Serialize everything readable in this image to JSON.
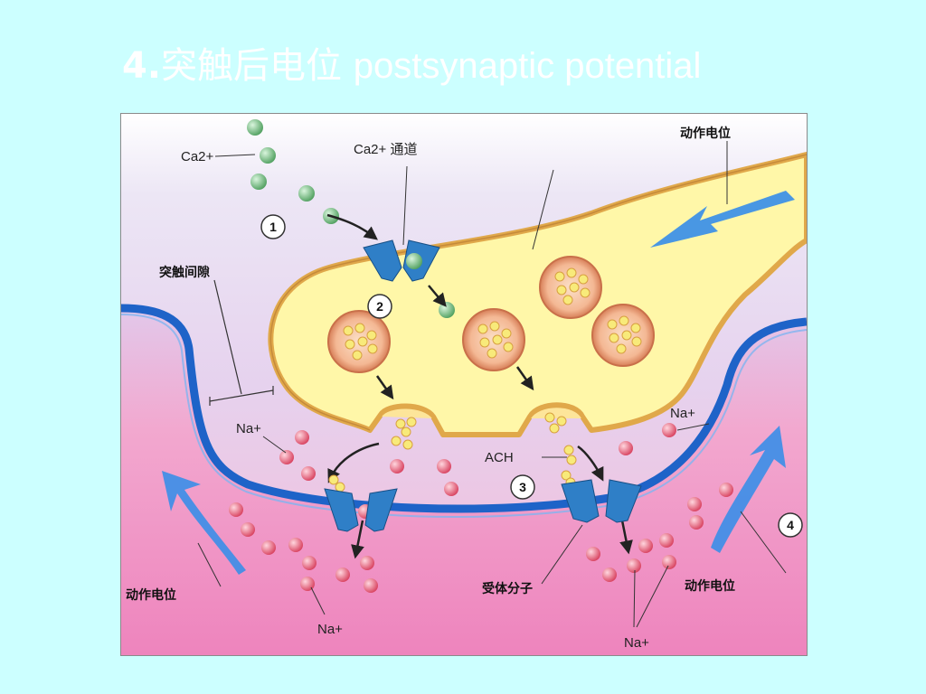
{
  "title": {
    "number": "4.",
    "zh": "突触后电位",
    "en": "postsynaptic potential"
  },
  "labels": {
    "ca_ion": "Ca2+",
    "ca_channel": "Ca2+ 通道",
    "action_potential": "动作电位",
    "synaptic_cleft": "突触间隙",
    "na_ion": "Na+",
    "ach": "ACH",
    "receptor_molecule": "受体分子"
  },
  "steps": [
    "1",
    "2",
    "3",
    "4"
  ],
  "colors": {
    "slide_background": "#ccffff",
    "axon_terminal": "#fff7a8",
    "membrane_blue": "#1e63c8",
    "postsynaptic_pink": "#f08fc0",
    "arrow_blue": "#3a8ee8",
    "ca_ion": "#6fbf7a",
    "na_ion": "#e8556e",
    "ach": "#f5d64a"
  }
}
